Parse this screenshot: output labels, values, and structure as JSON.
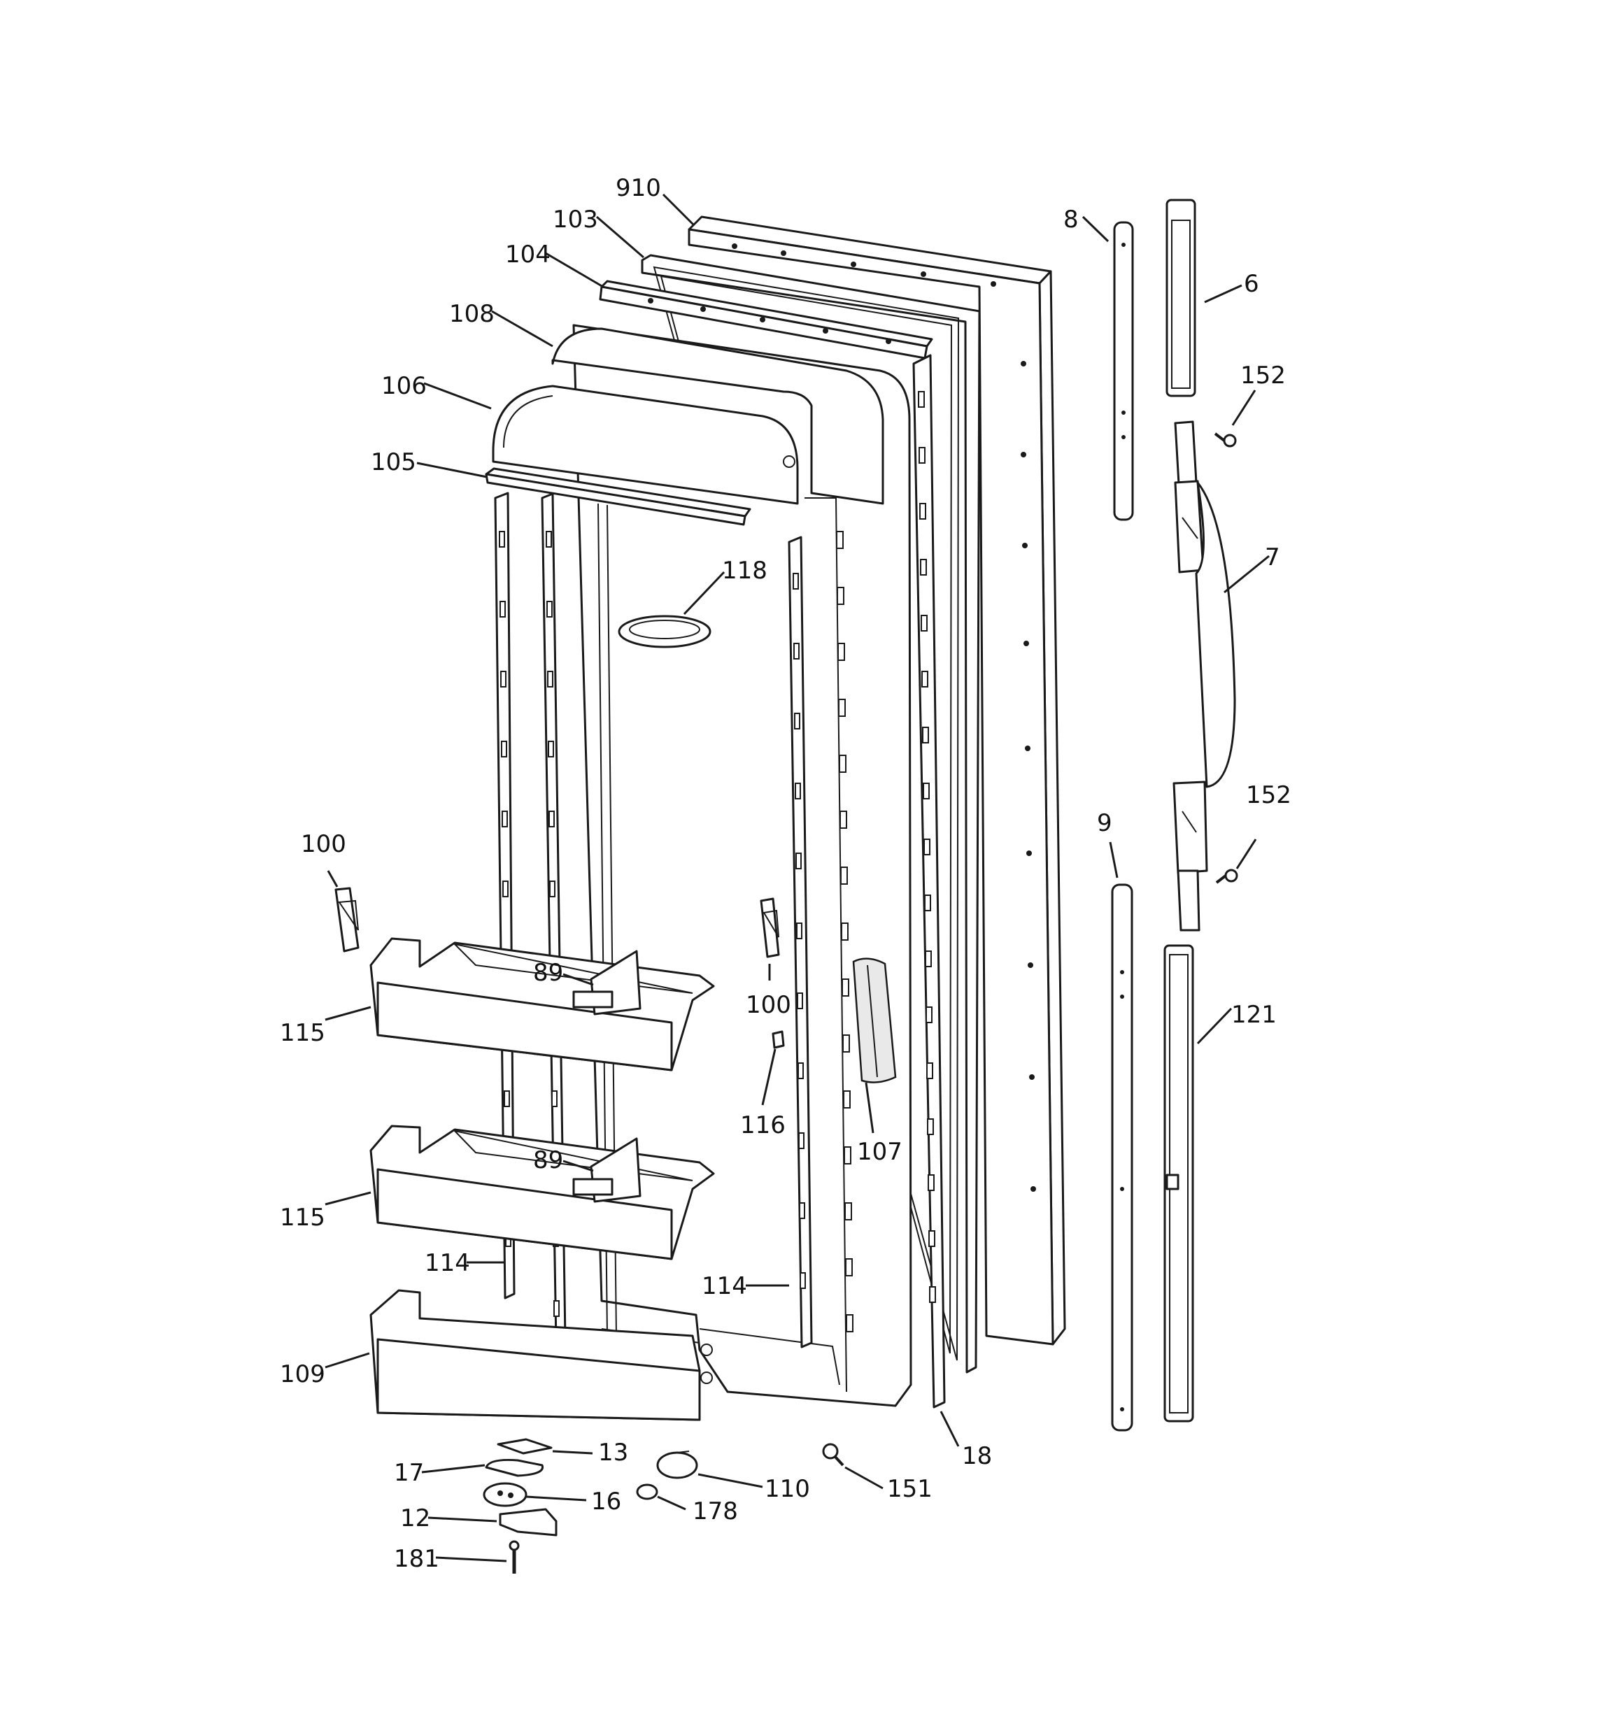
{
  "callouts": {
    "c910": "910",
    "c103": "103",
    "c104": "104",
    "c108": "108",
    "c106": "106",
    "c105": "105",
    "c118": "118",
    "c8": "8",
    "c6": "6",
    "c152a": "152",
    "c7": "7",
    "c152b": "152",
    "c9": "9",
    "c121": "121",
    "c100a": "100",
    "c100b": "100",
    "c89a": "89",
    "c89b": "89",
    "c115a": "115",
    "c115b": "115",
    "c116": "116",
    "c107": "107",
    "c114a": "114",
    "c114b": "114",
    "c109": "109",
    "c18": "18",
    "c13": "13",
    "c17": "17",
    "c16": "16",
    "c110": "110",
    "c151": "151",
    "c12": "12",
    "c178": "178",
    "c181": "181"
  }
}
